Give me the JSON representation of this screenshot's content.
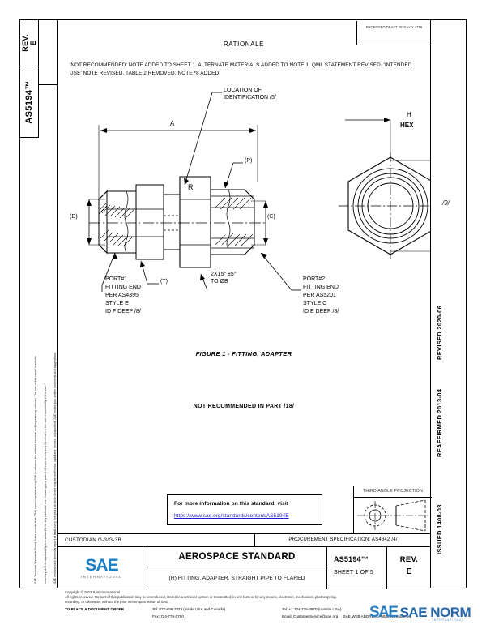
{
  "document": {
    "number": "AS5194™",
    "rev_label": "REV.",
    "rev_value": "E",
    "sheet": "SHEET 1 OF 5",
    "standard_title": "AEROSPACE STANDARD",
    "description": "(R) FITTING, ADAPTER, STRAIGHT PIPE TO FLARED",
    "custodian": "CUSTODIAN  G-3/G-3B",
    "procurement": "PROCUREMENT SPECIFICATION: AS4842 /4/"
  },
  "header": {
    "stamp": "PROPOSED DRAFT 2022-xxxx\n4756",
    "rationale_title": "RATIONALE",
    "rationale_body": "'NOT RECOMMENDED' NOTE ADDED TO SHEET 1. ALTERNATE MATERIALS ADDED TO NOTE 1. QML STATEMENT REVISED. 'INTENDED USE' NOTE REVISED. TABLE 2 REMOVED. NOTE *8 ADDED."
  },
  "dates": {
    "issued": "ISSUED 1408-03",
    "reaffirmed": "REAFFIRMED 2013-04",
    "revised": "REVISED 2020-06"
  },
  "legal": {
    "line1": "SAE Technical Standards Board Rules provide that: \"This report is published by SAE to advance the state of technical and engineering sciences. The use of this report is entirely",
    "line2": "voluntary, and its applicability and suitability for any particular use, including any patent infringement arising therefrom, is the sole responsibility of the user.\"",
    "line3": "SAE reviews each technical report at least every five years at which time it may be reaffirmed, stabilized, revised, or cancelled. SAE invites your written comments and suggestions."
  },
  "drawing": {
    "figure_caption": "FIGURE 1 - FITTING, ADAPTER",
    "not_recommended": "NOT RECOMMENDED IN PART /18/",
    "dim_a": "A",
    "dim_d": "(D)",
    "dim_c": "(C)",
    "dim_t": "(T)",
    "dim_p": "(P)",
    "dim_h": "H",
    "hex_label": "HEX",
    "dim_9": "/9/",
    "location_id_l1": "LOCATION OF",
    "location_id_l2": "IDENTIFICATION /5/",
    "chamfer_l1": "2X15° ±5°",
    "chamfer_l2": "TO ØB",
    "port1": [
      "PORT#1",
      "FITTING END",
      "PER AS4395",
      "STYLE  E",
      "ID F DEEP /8/"
    ],
    "port2": [
      "PORT#2",
      "FITTING END",
      "PER AS5201",
      "STYLE  C",
      "ID E DEEP /8/"
    ]
  },
  "info_box": {
    "line1": "For more information on this standard, visit",
    "url": "https://www.sae.org/standards/content/AS5194E"
  },
  "projection": {
    "title": "THIRD ANGLE PROJECTION"
  },
  "logo": {
    "mark": "SAE",
    "sub": "INTERNATIONAL"
  },
  "footer": {
    "copyright": "Copyright © 2022 SAE International",
    "rights": "All rights reserved.  No part of this publication may be reproduced, stored in a retrieval system or transmitted, in any form or by any means, electronic, mechanical, photocopying,",
    "rights2": "recording, or otherwise, without the prior written permission of SAE.",
    "order_label": "TO PLACE A DOCUMENT ORDER",
    "tel_us": "Tel:  877-606-7323 (inside USA and Canada)",
    "fax": "Fax:  724-776-0790",
    "tel_intl": "Tel:  +1 724-776-4970 (outside USA)",
    "email": "Email: CustomerService@sae.org",
    "web_label": "SAE WEB ADDRESS:",
    "web_url": "http://www.sae.org"
  },
  "watermark": {
    "sae": "SAE",
    "norm": "SAE NORM",
    "sub": "INTERNATIONAL"
  }
}
